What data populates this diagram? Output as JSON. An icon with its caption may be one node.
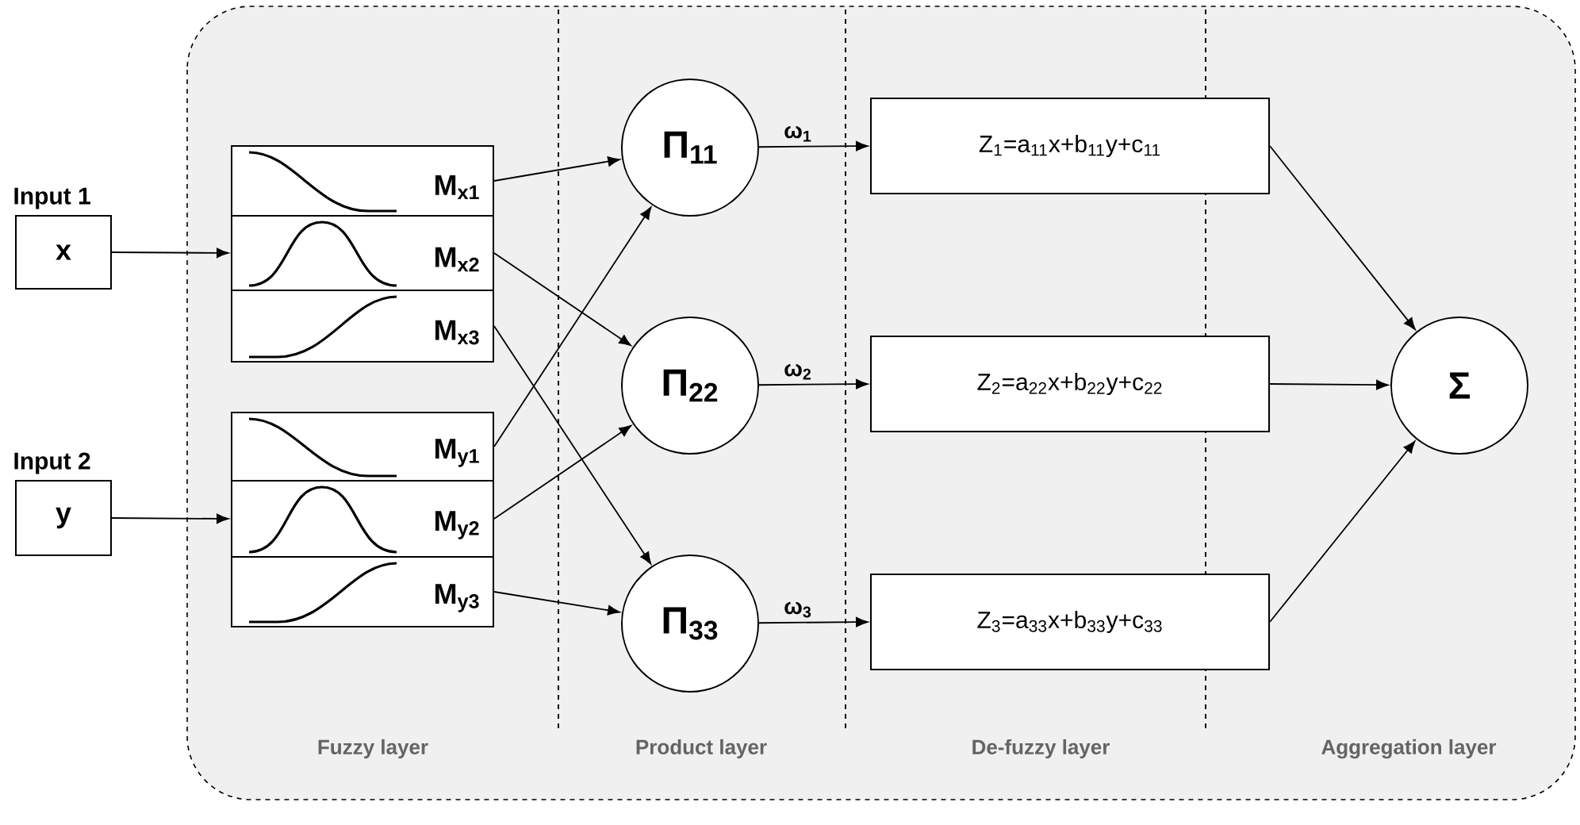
{
  "diagram": {
    "nodes": [
      {
        "text": [
          "Input 1",
          "x"
        ]
      },
      {
        "text": [
          "M$_{x1}$"
        ]
      },
      {
        "text": [
          "M$_{x2}$"
        ]
      },
      {
        "text": [
          "M$_{x3}$"
        ]
      },
      {
        "text": [
          "Input 2",
          "y"
        ]
      },
      {
        "text": [
          "M$_{y1}$"
        ]
      },
      {
        "text": [
          "M$_{y2}$"
        ]
      },
      {
        "text": [
          "M$_{y3}$"
        ]
      },
      {
        "text": [
          "Π$_{11}$"
        ]
      },
      {
        "text": [
          "Π$_{22}$"
        ]
      },
      {
        "text": [
          "Π$_{33}$"
        ]
      },
      {
        "text": [
          "Z$_{1}$=a$_{11}$x+b$_{11}$y+c$_{11}$"
        ]
      },
      {
        "text": [
          "Z$_{2}$=a$_{22}$x+b$_{22}$y+c$_{22}$"
        ]
      },
      {
        "text": [
          "Z$_{3}$=a$_{33}$x+b$_{33}$y+c$_{33}$"
        ]
      },
      {
        "text": [
          "Σ"
        ]
      }
    ],
    "edges": [
      {
        "from": 0,
        "to": 2,
        "arrow": "to"
      },
      {
        "from": 4,
        "to": 6,
        "arrow": "to"
      },
      {
        "from": 1,
        "to": 8,
        "arrow": "to"
      },
      {
        "from": 2,
        "to": 9,
        "arrow": "to"
      },
      {
        "from": 3,
        "to": 10,
        "arrow": "to"
      },
      {
        "from": 5,
        "to": 8,
        "arrow": "to"
      },
      {
        "from": 6,
        "to": 9,
        "arrow": "to"
      },
      {
        "from": 7,
        "to": 10,
        "arrow": "to"
      },
      {
        "from": 8,
        "to": 11,
        "arrow": "to",
        "label": "ω$_{1}$"
      },
      {
        "from": 9,
        "to": 12,
        "arrow": "to",
        "label": "ω$_{2}$"
      },
      {
        "from": 10,
        "to": 13,
        "arrow": "to",
        "label": "ω$_{3}$"
      },
      {
        "from": 11,
        "to": 14,
        "arrow": "to"
      },
      {
        "from": 12,
        "to": 14,
        "arrow": "to"
      },
      {
        "from": 13,
        "to": 14,
        "arrow": "to"
      }
    ],
    "labels": [
      "Fuzzy layer",
      "Product layer",
      "De-fuzzy layer",
      "Aggregation layer"
    ]
  }
}
